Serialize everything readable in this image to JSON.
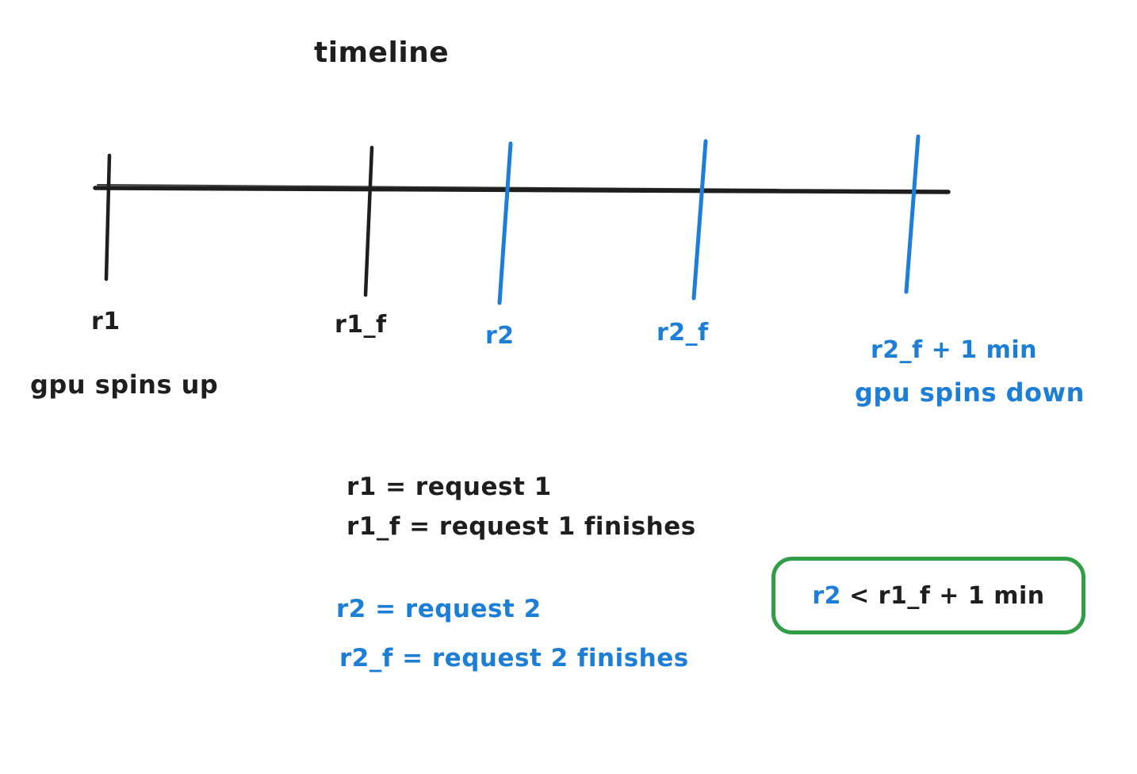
{
  "title": "timeline",
  "colors": {
    "ink": "#1e1e1e",
    "blue": "#1c7ed6",
    "green": "#2f9e44"
  },
  "timeline": {
    "ticks": [
      {
        "id": "r1",
        "label": "r1",
        "color": "black"
      },
      {
        "id": "r1_f",
        "label": "r1_f",
        "color": "black"
      },
      {
        "id": "r2",
        "label": "r2",
        "color": "blue"
      },
      {
        "id": "r2_f",
        "label": "r2_f",
        "color": "blue"
      },
      {
        "id": "r2_f_plus_1min",
        "label": "r2_f + 1 min",
        "color": "blue"
      }
    ],
    "captions": {
      "spin_up": "gpu spins up",
      "spin_down": "gpu spins down"
    }
  },
  "legend": {
    "r1": "r1 = request 1",
    "r1f": "r1_f = request 1 finishes",
    "r2": "r2 = request 2",
    "r2f": "r2_f = request 2 finishes"
  },
  "constraint": {
    "lhs": "r2",
    "rest": "< r1_f + 1 min"
  }
}
